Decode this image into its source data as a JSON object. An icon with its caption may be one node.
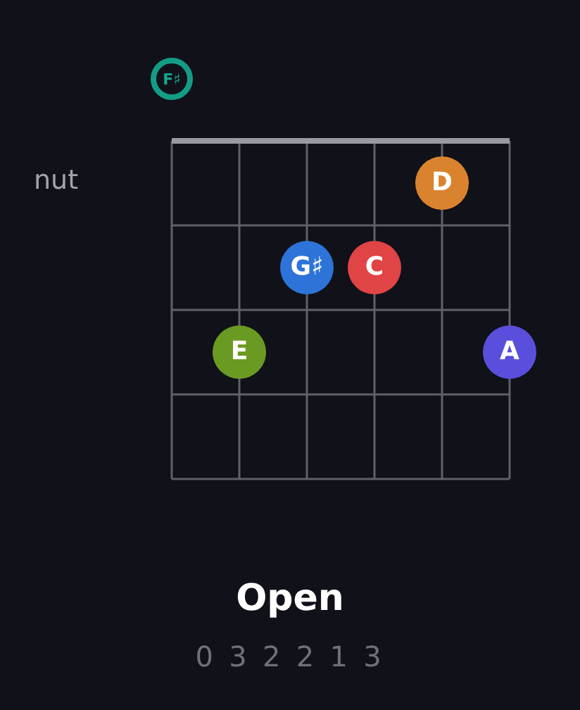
{
  "diagram": {
    "title": "Open",
    "nodes": [
      {
        "text": [
          "F♯"
        ]
      },
      {
        "text": [
          "D"
        ]
      },
      {
        "text": [
          "G♯"
        ]
      },
      {
        "text": [
          "C"
        ]
      },
      {
        "text": [
          "E"
        ]
      },
      {
        "text": [
          "A"
        ]
      }
    ],
    "labels": [
      "nut",
      "0 3 2 2 1 3"
    ]
  }
}
